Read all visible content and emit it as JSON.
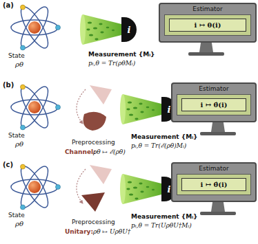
{
  "diagram": {
    "nodes": [
      {
        "text": [
          "i"
        ]
      },
      {
        "text": [
          "Estimator",
          "i ↦ θ(i)"
        ]
      },
      {
        "text": [
          "i"
        ]
      },
      {
        "text": [
          "Estimator",
          "i ↦ θ̂(i)"
        ]
      },
      {
        "text": [
          "i"
        ]
      },
      {
        "text": [
          "Estimator",
          "i ↦ θ̂(i)"
        ]
      }
    ],
    "labels": [
      "(a)",
      "State",
      "ρθ",
      "Measurement {Mᵢ}",
      "pᵢ,θ = Tr(ρθMᵢ)",
      "(b)",
      "State",
      "ρθ",
      "Preprocessing",
      "Channel:",
      "ρθ ↦ ℰ(ρθ)",
      "Measurement {Mᵢ}",
      "pᵢ,θ = Tr(ℰ(ρθ)Mᵢ)",
      "(c)",
      "State",
      "ρθ",
      "Preprocessing",
      "Unitary:",
      "ρθ ↦ UρθU†",
      "Measurement {Mᵢ}",
      "pᵢ,θ = Tr(UρθU†Mᵢ)"
    ]
  }
}
